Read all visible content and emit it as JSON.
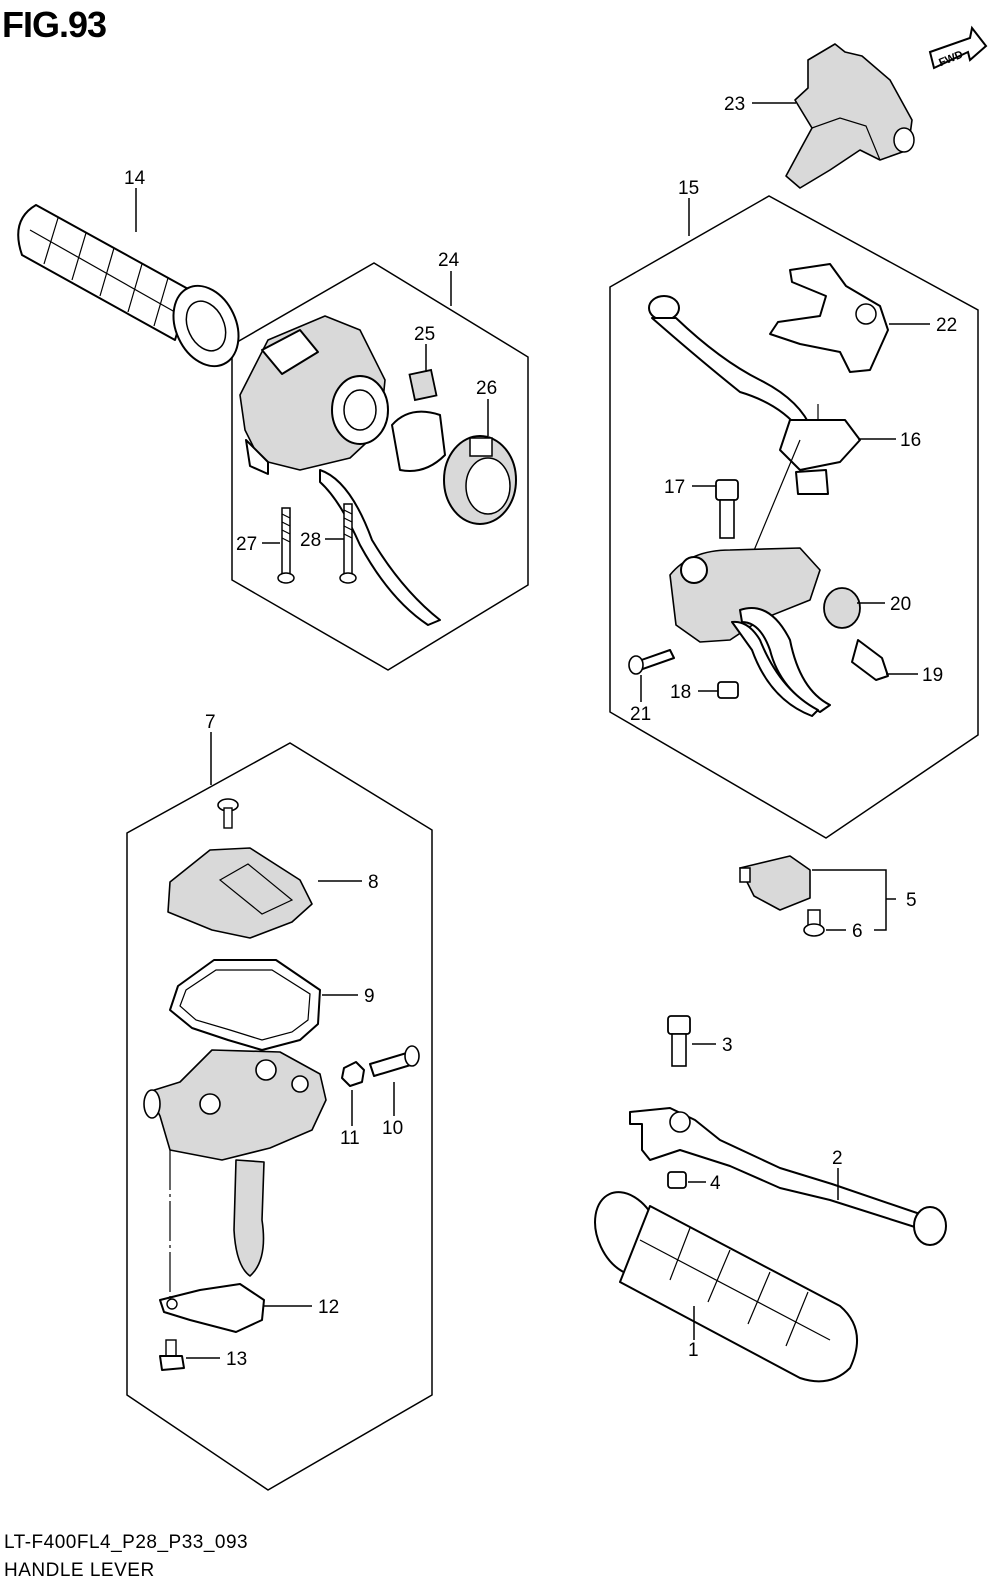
{
  "figure": {
    "title": "FIG.93",
    "code": "LT-F400FL4_P28_P33_093",
    "name": "HANDLE LEVER",
    "fwd_badge": "FWD"
  },
  "callouts": [
    {
      "id": "1",
      "text": "1"
    },
    {
      "id": "2",
      "text": "2"
    },
    {
      "id": "3",
      "text": "3"
    },
    {
      "id": "4",
      "text": "4"
    },
    {
      "id": "5",
      "text": "5"
    },
    {
      "id": "6",
      "text": "6"
    },
    {
      "id": "7",
      "text": "7"
    },
    {
      "id": "8",
      "text": "8"
    },
    {
      "id": "9",
      "text": "9"
    },
    {
      "id": "10",
      "text": "10"
    },
    {
      "id": "11",
      "text": "11"
    },
    {
      "id": "12",
      "text": "12"
    },
    {
      "id": "13",
      "text": "13"
    },
    {
      "id": "14",
      "text": "14"
    },
    {
      "id": "15",
      "text": "15"
    },
    {
      "id": "16",
      "text": "16"
    },
    {
      "id": "17",
      "text": "17"
    },
    {
      "id": "18",
      "text": "18"
    },
    {
      "id": "19",
      "text": "19"
    },
    {
      "id": "20",
      "text": "20"
    },
    {
      "id": "21",
      "text": "21"
    },
    {
      "id": "22",
      "text": "22"
    },
    {
      "id": "23",
      "text": "23"
    },
    {
      "id": "24",
      "text": "24"
    },
    {
      "id": "25",
      "text": "25"
    },
    {
      "id": "26",
      "text": "26"
    },
    {
      "id": "27",
      "text": "27"
    },
    {
      "id": "28",
      "text": "28"
    }
  ]
}
